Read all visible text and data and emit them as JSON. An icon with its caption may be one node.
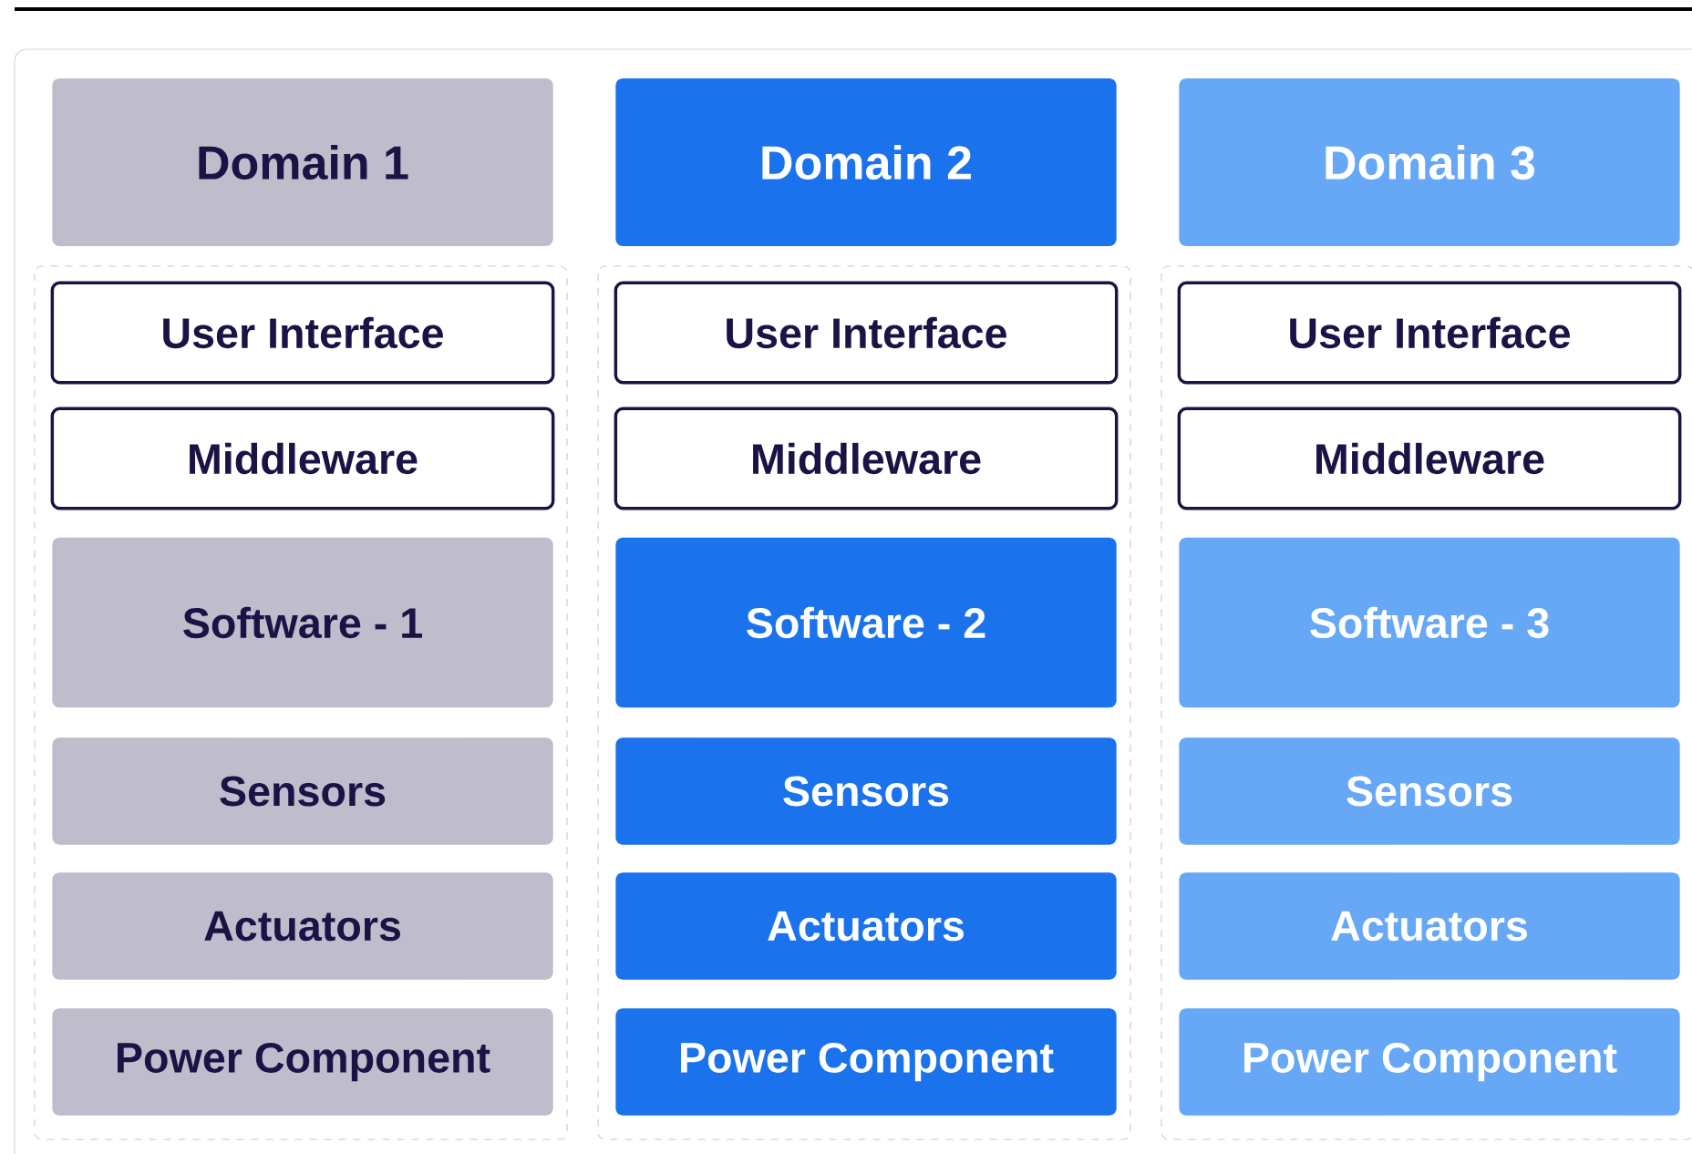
{
  "diagram": {
    "nodes": [
      {
        "text": [
          "Domain 1"
        ]
      },
      {
        "text": [],
        "shape": "box"
      },
      {
        "text": [
          "User Interface"
        ],
        "in": 1
      },
      {
        "text": [
          "Middleware"
        ],
        "in": 1
      },
      {
        "text": [
          "Software - 1"
        ],
        "in": 1
      },
      {
        "text": [
          "Sensors"
        ],
        "in": 1
      },
      {
        "text": [
          "Actuators"
        ],
        "in": 1
      },
      {
        "text": [
          "Power Component"
        ],
        "in": 1
      },
      {
        "text": [
          "Domain 2"
        ]
      },
      {
        "text": [],
        "shape": "box"
      },
      {
        "text": [
          "User Interface"
        ],
        "in": 9
      },
      {
        "text": [
          "Middleware"
        ],
        "in": 9
      },
      {
        "text": [
          "Software - 2"
        ],
        "in": 9
      },
      {
        "text": [
          "Sensors"
        ],
        "in": 9
      },
      {
        "text": [
          "Actuators"
        ],
        "in": 9
      },
      {
        "text": [
          "Power Component"
        ],
        "in": 9
      },
      {
        "text": [
          "Domain 3"
        ]
      },
      {
        "text": [],
        "shape": "box"
      },
      {
        "text": [
          "User Interface"
        ],
        "in": 17
      },
      {
        "text": [
          "Middleware"
        ],
        "in": 17
      },
      {
        "text": [
          "Software - 3"
        ],
        "in": 17
      },
      {
        "text": [
          "Sensors"
        ],
        "in": 17
      },
      {
        "text": [
          "Actuators"
        ],
        "in": 17
      },
      {
        "text": [
          "Power Component"
        ],
        "in": 17
      }
    ]
  }
}
